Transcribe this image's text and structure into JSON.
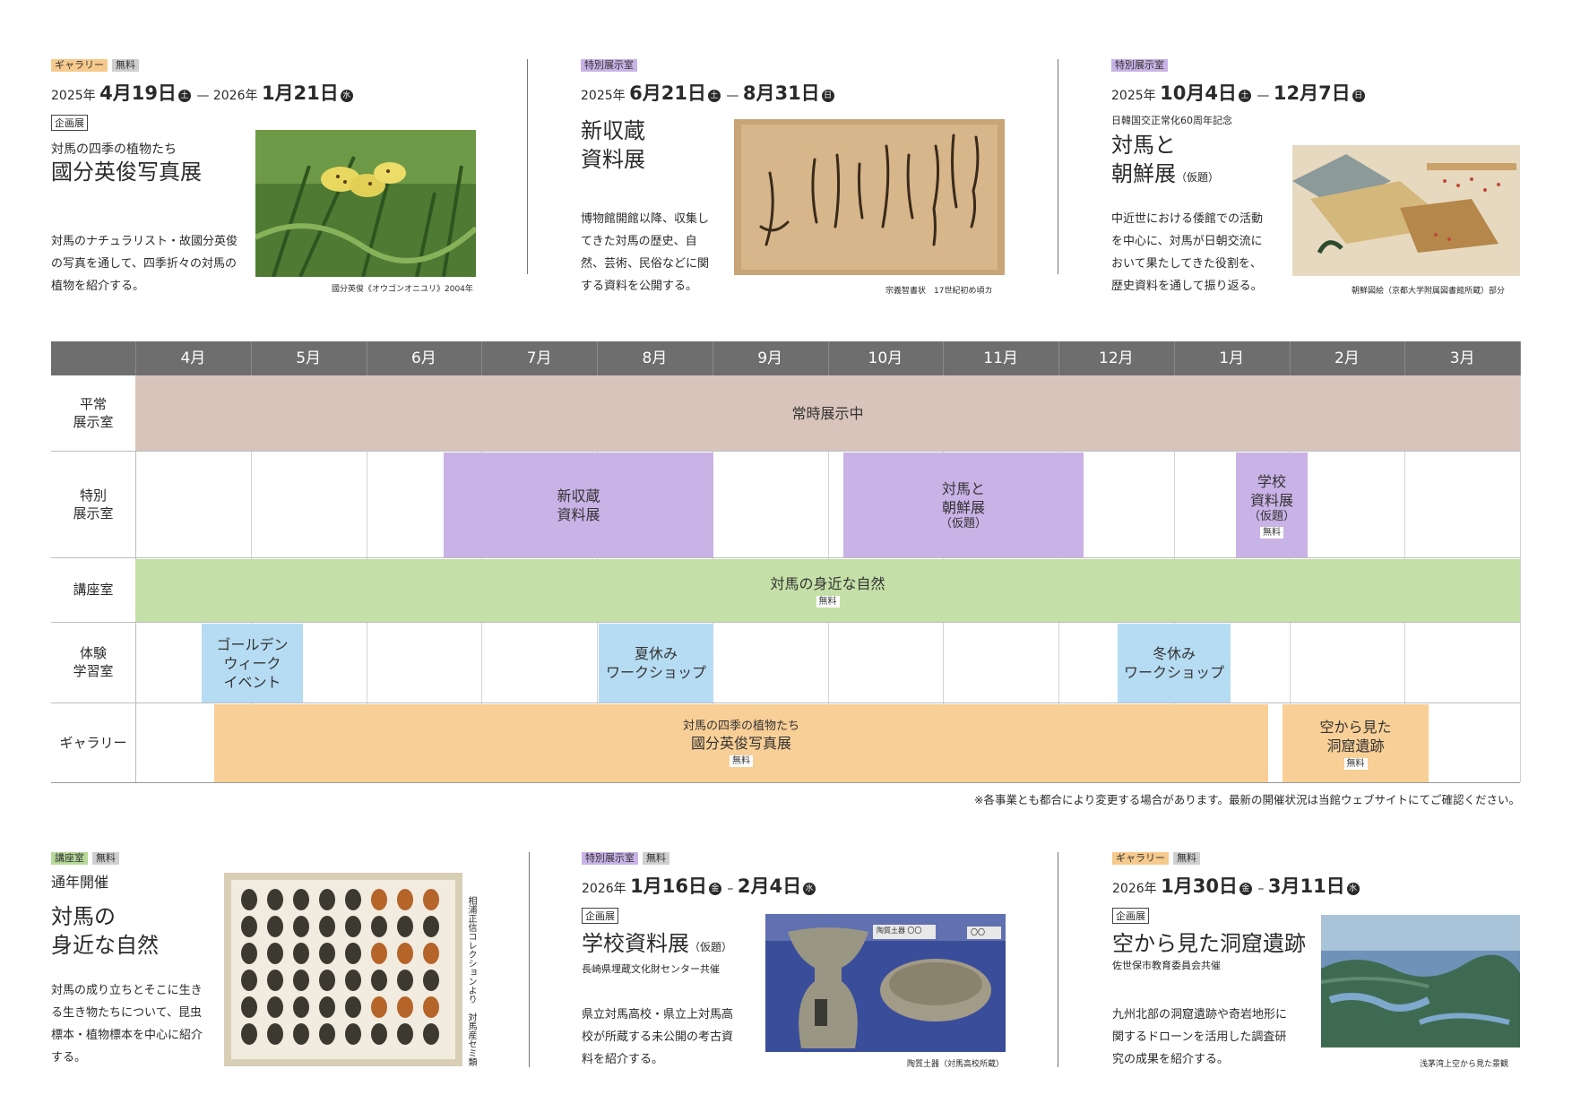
{
  "top_cards": [
    {
      "tags": [
        "ギャラリー",
        "無料"
      ],
      "date_prefix1": "2025年",
      "date_main1": "4月19日",
      "day1": "土",
      "dash": "—",
      "date_prefix2": "2026年",
      "date_main2": "1月21日",
      "day2": "水",
      "label": "企画展",
      "subtitle": "対馬の四季の植物たち",
      "title": "國分英俊写真展",
      "desc": "対馬のナチュラリスト・故國分英俊の写真を通して、四季折々の対馬の植物を紹介する。",
      "caption": "國分英俊《オウゴンオニユリ》2004年"
    },
    {
      "tags": [
        "特別展示室"
      ],
      "date_prefix1": "2025年",
      "date_main1": "6月21日",
      "day1": "土",
      "dash": "—",
      "date_main2": "8月31日",
      "day2": "日",
      "title_line1": "新収蔵",
      "title_line2": "資料展",
      "desc": "博物館開館以降、収集してきた対馬の歴史、自然、芸術、民俗などに関する資料を公開する。",
      "caption": "宗義智書状　17世紀初め頃カ"
    },
    {
      "tags": [
        "特別展示室"
      ],
      "date_prefix1": "2025年",
      "date_main1": "10月4日",
      "day1": "土",
      "dash": "—",
      "date_main2": "12月7日",
      "day2": "日",
      "subtitle": "日韓国交正常化60周年記念",
      "title_line1": "対馬と",
      "title_line2": "朝鮮展",
      "title_small": "（仮題）",
      "desc": "中近世における倭館での活動を中心に、対馬が日朝交流において果たしてきた役割を、歴史資料を通して振り返る。",
      "caption": "朝鮮図絵（京都大学附属図書館所蔵）部分"
    }
  ],
  "timeline": {
    "months": [
      "4月",
      "5月",
      "6月",
      "7月",
      "8月",
      "9月",
      "10月",
      "11月",
      "12月",
      "1月",
      "2月",
      "3月"
    ],
    "rows": [
      {
        "label1": "平常",
        "label2": "展示室"
      },
      {
        "label1": "特別",
        "label2": "展示室"
      },
      {
        "label1": "講座室",
        "label2": ""
      },
      {
        "label1": "体験",
        "label2": "学習室"
      },
      {
        "label1": "ギャラリー",
        "label2": ""
      }
    ],
    "bars": {
      "permanent": "常時展示中",
      "special1_l1": "新収蔵",
      "special1_l2": "資料展",
      "special2_l1": "対馬と",
      "special2_l2": "朝鮮展",
      "special2_l3": "（仮題）",
      "special3_l1": "学校",
      "special3_l2": "資料展",
      "special3_l3": "（仮題）",
      "special3_free": "無料",
      "lecture": "対馬の身近な自然",
      "lecture_free": "無料",
      "gw_l1": "ゴールデン",
      "gw_l2": "ウィーク",
      "gw_l3": "イベント",
      "summer_l1": "夏休み",
      "summer_l2": "ワークショップ",
      "winter_l1": "冬休み",
      "winter_l2": "ワークショップ",
      "gallery1_sub": "対馬の四季の植物たち",
      "gallery1": "國分英俊写真展",
      "gallery1_free": "無料",
      "gallery2_l1": "空から見た",
      "gallery2_l2": "洞窟遺跡",
      "gallery2_free": "無料"
    },
    "colors": {
      "permanent": "#d9c4bb",
      "special": "#c9b2e6",
      "lecture": "#c5dfa8",
      "workshop": "#b6dcf3",
      "gallery": "#f8cf97",
      "header": "#6e6e6e"
    }
  },
  "note": "※各事業とも都合により変更する場合があります。最新の開催状況は当館ウェブサイトにてご確認ください。",
  "bottom_cards": [
    {
      "tags": [
        "講座室",
        "無料"
      ],
      "period": "通年開催",
      "title_line1": "対馬の",
      "title_line2": "身近な自然",
      "desc": "対馬の成り立ちとそこに生きる生き物たちについて、昆虫標本・植物標本を中心に紹介する。",
      "caption_v": "相浦正信コレクションより　対馬産セミ類"
    },
    {
      "tags": [
        "特別展示室",
        "無料"
      ],
      "date_prefix1": "2026年",
      "date_main1": "1月16日",
      "day1": "金",
      "dash": "–",
      "date_main2": "2月4日",
      "day2": "水",
      "label": "企画展",
      "title": "学校資料展",
      "title_small": "（仮題）",
      "subtitle": "長崎県埋蔵文化財センター共催",
      "desc": "県立対馬高校・県立上対馬高校が所蔵する未公開の考古資料を紹介する。",
      "caption": "陶質土器（対馬高校所蔵）",
      "photo_labels": [
        "陶質土器 〇〇",
        "〇〇"
      ]
    },
    {
      "tags": [
        "ギャラリー",
        "無料"
      ],
      "date_prefix1": "2026年",
      "date_main1": "1月30日",
      "day1": "金",
      "dash": "–",
      "date_main2": "3月11日",
      "day2": "水",
      "label": "企画展",
      "title": "空から見た洞窟遺跡",
      "subtitle": "佐世保市教育委員会共催",
      "desc": "九州北部の洞窟遺跡や奇岩地形に関するドローンを活用した調査研究の成果を紹介する。",
      "caption": "浅茅湾上空から見た景観"
    }
  ]
}
